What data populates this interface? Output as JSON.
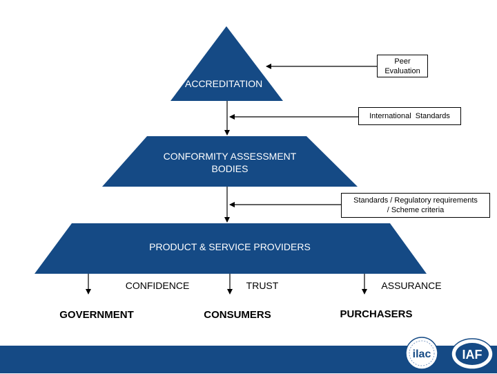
{
  "colors": {
    "pyramid": "#154a85",
    "footer": "#154a85",
    "line": "#000000",
    "text_on_blue": "#ffffff"
  },
  "tiers": {
    "accreditation": "ACCREDITATION",
    "cab_line1": "CONFORMITY ASSESSMENT",
    "cab_line2": "BODIES",
    "providers": "PRODUCT & SERVICE PROVIDERS"
  },
  "inputs": {
    "peer_line1": "Peer",
    "peer_line2": "Evaluation",
    "intl_standards": "International  Standards",
    "reg_line1": "Standards / Regulatory requirements",
    "reg_line2": "/ Scheme criteria"
  },
  "outcomes": {
    "confidence": "CONFIDENCE",
    "trust": "TRUST",
    "assurance": "ASSURANCE"
  },
  "stakeholders": {
    "government": "GOVERNMENT",
    "consumers": "CONSUMERS",
    "purchasers": "PURCHASERS"
  },
  "logos": {
    "ilac": "ilac",
    "iaf": "IAF"
  }
}
